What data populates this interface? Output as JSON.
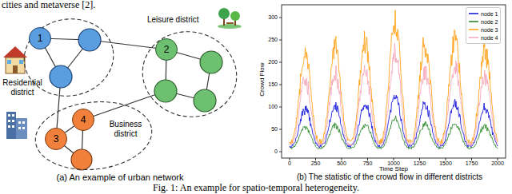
{
  "diagram": {
    "caption": "Fig. 1: An example for spatio-temporal heterogeneity.",
    "nodes": [
      {
        "text": [
          "Residential district"
        ]
      },
      {
        "text": [
          "1"
        ],
        "in": 0
      },
      {
        "text": [
          "Leisure district"
        ]
      },
      {
        "text": [
          "2"
        ],
        "in": 2
      },
      {
        "text": [
          "Business district"
        ]
      },
      {
        "text": [
          "3"
        ],
        "in": 4
      },
      {
        "text": [
          "4"
        ],
        "in": 4
      }
    ],
    "edges": [
      {
        "from": 5,
        "to": 6,
        "arrow": "none"
      }
    ],
    "labels": [
      "cities and metaverse [2].",
      "(a) An example of urban network",
      "(b) The statistic of the crowd flow in different districts",
      "0",
      "50",
      "100",
      "150",
      "200",
      "250",
      "300",
      "0",
      "250",
      "500",
      "750",
      "1000",
      "1250",
      "1500",
      "1750",
      "2000",
      "Crowd Flow",
      "Time Step"
    ],
    "legend": [
      {
        "text": "node 1"
      },
      {
        "text": "node 2"
      },
      {
        "text": "node 3"
      },
      {
        "text": "node 4"
      }
    ]
  }
}
